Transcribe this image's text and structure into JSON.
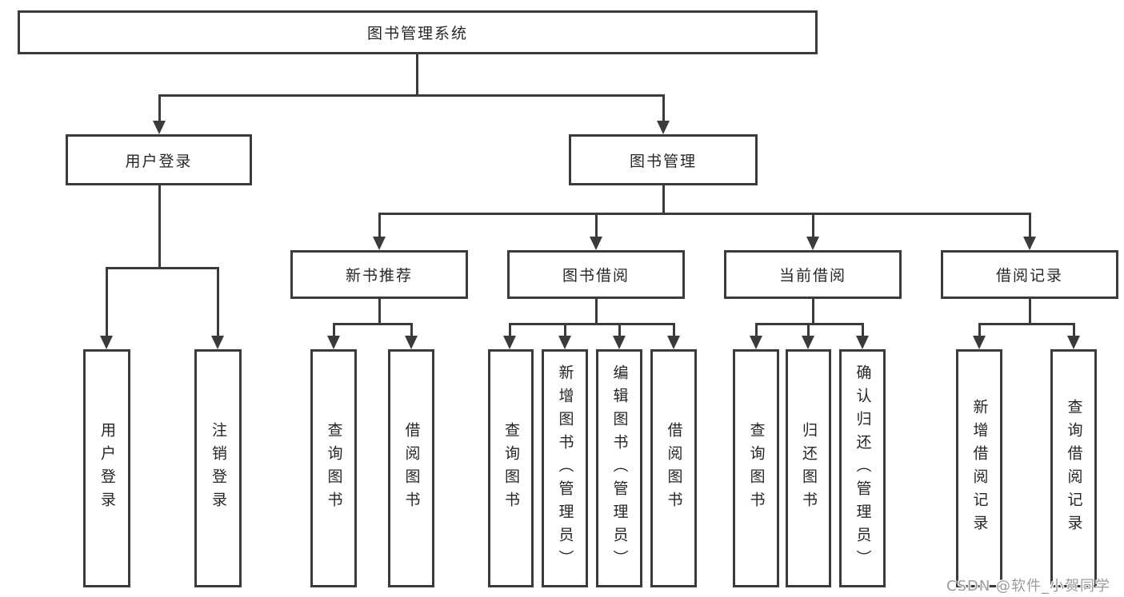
{
  "title": "图书管理系统",
  "watermark": "CSDN @软件_小贺同学",
  "colors": {
    "background": "#ffffff",
    "box_border": "#3b3b3b",
    "connector_line": "#3b3b3b",
    "text": "#262626",
    "watermark_text": "#9c9c9c"
  },
  "nodes": {
    "root": {
      "label": "图书管理系统"
    },
    "level2": [
      {
        "label": "用户登录"
      },
      {
        "label": "图书管理"
      }
    ],
    "level3": [
      {
        "label": "新书推荐"
      },
      {
        "label": "图书借阅"
      },
      {
        "label": "当前借阅"
      },
      {
        "label": "借阅记录"
      }
    ],
    "leaves": {
      "user_login": [
        {
          "label": "用户登录"
        },
        {
          "label": "注销登录"
        }
      ],
      "new_book_recommend": [
        {
          "label": "查询图书"
        },
        {
          "label": "借阅图书"
        }
      ],
      "book_borrow": [
        {
          "label": "查询图书"
        },
        {
          "label": "新增图书（管理员）"
        },
        {
          "label": "编辑图书（管理员）"
        },
        {
          "label": "借阅图书"
        }
      ],
      "current_borrow": [
        {
          "label": "查询图书"
        },
        {
          "label": "归还图书"
        },
        {
          "label": "确认归还（管理员）"
        }
      ],
      "borrow_records": [
        {
          "label": "新增借阅记录"
        },
        {
          "label": "查询借阅记录"
        }
      ]
    }
  }
}
